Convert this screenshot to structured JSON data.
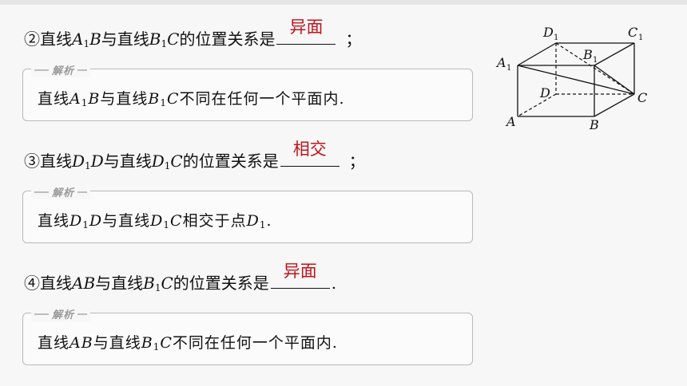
{
  "q2": {
    "num": "②",
    "p1": "直线",
    "v1": "A",
    "s1": "1",
    "v1b": "B",
    "p2": "与直线",
    "v2": "B",
    "s2": "1",
    "v2b": "C",
    "p3": "的位置关系是",
    "answer": "异面",
    "end": "；"
  },
  "e2": {
    "label": "解析",
    "p1": "直线",
    "v1": "A",
    "s1": "1",
    "v1b": "B",
    "p2": "与直线",
    "v2": "B",
    "s2": "1",
    "v2b": "C",
    "p3": "不同在任何一个平面内."
  },
  "q3": {
    "num": "③",
    "p1": "直线",
    "v1": "D",
    "s1": "1",
    "v1b": "D",
    "p2": "与直线",
    "v2": "D",
    "s2": "1",
    "v2b": "C",
    "p3": "的位置关系是",
    "answer": "相交",
    "end": "；"
  },
  "e3": {
    "label": "解析",
    "p1": "直线",
    "v1": "D",
    "s1": "1",
    "v1b": "D",
    "p2": "与直线",
    "v2": "D",
    "s2": "1",
    "v2b": "C",
    "p3": "相交于点",
    "v3": "D",
    "s3": "1",
    "end": "."
  },
  "q4": {
    "num": "④",
    "p1": "直线",
    "v1": "AB",
    "p2": "与直线",
    "v2": "B",
    "s2": "1",
    "v2b": "C",
    "p3": "的位置关系是",
    "answer": "异面",
    "end": "."
  },
  "e4": {
    "label": "解析",
    "p1": "直线",
    "v1": "AB",
    "p2": "与直线",
    "v2": "B",
    "s2": "1",
    "v2b": "C",
    "p3": "不同在任何一个平面内."
  },
  "figure": {
    "labels": {
      "D1": "D",
      "C1": "C",
      "A1": "A",
      "B1": "B",
      "D": "D",
      "C": "C",
      "A": "A",
      "B": "B",
      "sub": "1"
    }
  }
}
